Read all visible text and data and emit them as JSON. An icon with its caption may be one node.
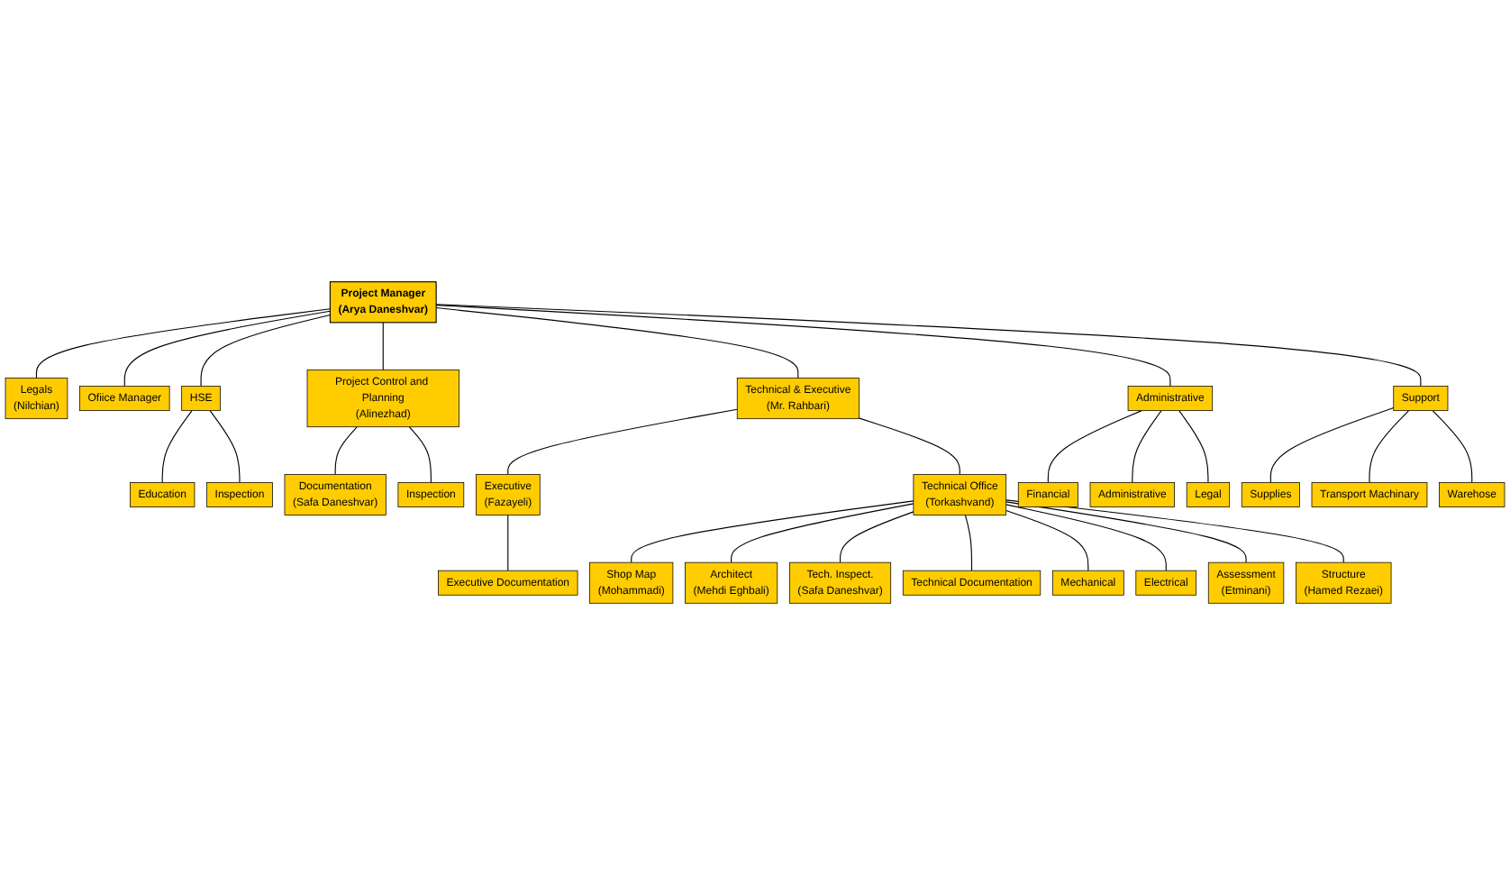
{
  "diagram": {
    "nodes": [
      {
        "text": [
          "Project Manager",
          "(Arya Daneshvar)"
        ]
      },
      {
        "text": [
          "Legals",
          "(Nilchian)"
        ]
      },
      {
        "text": [
          "Ofiice Manager"
        ]
      },
      {
        "text": [
          "HSE"
        ]
      },
      {
        "text": [
          "Project Control and Planning",
          "(Alinezhad)"
        ]
      },
      {
        "text": [
          "Technical & Executive",
          "(Mr. Rahbari)"
        ]
      },
      {
        "text": [
          "Administrative"
        ]
      },
      {
        "text": [
          "Support"
        ]
      },
      {
        "text": [
          "Education"
        ]
      },
      {
        "text": [
          "Inspection"
        ]
      },
      {
        "text": [
          "Documentation",
          "(Safa Daneshvar)"
        ]
      },
      {
        "text": [
          "Inspection"
        ]
      },
      {
        "text": [
          "Executive",
          "(Fazayeli)"
        ]
      },
      {
        "text": [
          "Technical Office",
          "(Torkashvand)"
        ]
      },
      {
        "text": [
          "Executive Documentation"
        ]
      },
      {
        "text": [
          "Shop Map",
          "(Mohammadi)"
        ]
      },
      {
        "text": [
          "Architect",
          "(Mehdi Eghbali)"
        ]
      },
      {
        "text": [
          "Tech. Inspect.",
          "(Safa Daneshvar)"
        ]
      },
      {
        "text": [
          "Technical Documentation"
        ]
      },
      {
        "text": [
          "Mechanical"
        ]
      },
      {
        "text": [
          "Electrical"
        ]
      },
      {
        "text": [
          "Assessment",
          "(Etminani)"
        ]
      },
      {
        "text": [
          "Structure",
          "(Hamed Rezaei)"
        ]
      },
      {
        "text": [
          "Financial"
        ]
      },
      {
        "text": [
          "Administrative"
        ]
      },
      {
        "text": [
          "Legal"
        ]
      },
      {
        "text": [
          "Supplies"
        ]
      },
      {
        "text": [
          "Transport Machinary"
        ]
      },
      {
        "text": [
          "Warehose"
        ]
      }
    ],
    "edges": [
      {
        "from": 0,
        "to": 1,
        "arrow": "none"
      },
      {
        "from": 0,
        "to": 2,
        "arrow": "none"
      },
      {
        "from": 0,
        "to": 3,
        "arrow": "none"
      },
      {
        "from": 0,
        "to": 4,
        "arrow": "none"
      },
      {
        "from": 0,
        "to": 5,
        "arrow": "none"
      },
      {
        "from": 0,
        "to": 6,
        "arrow": "none"
      },
      {
        "from": 0,
        "to": 7,
        "arrow": "none"
      },
      {
        "from": 3,
        "to": 8,
        "arrow": "none"
      },
      {
        "from": 3,
        "to": 9,
        "arrow": "none"
      },
      {
        "from": 4,
        "to": 10,
        "arrow": "none"
      },
      {
        "from": 4,
        "to": 11,
        "arrow": "none"
      },
      {
        "from": 5,
        "to": 12,
        "arrow": "none"
      },
      {
        "from": 5,
        "to": 13,
        "arrow": "none"
      },
      {
        "from": 12,
        "to": 14,
        "arrow": "none"
      },
      {
        "from": 13,
        "to": 15,
        "arrow": "none"
      },
      {
        "from": 13,
        "to": 16,
        "arrow": "none"
      },
      {
        "from": 13,
        "to": 17,
        "arrow": "none"
      },
      {
        "from": 13,
        "to": 18,
        "arrow": "none"
      },
      {
        "from": 13,
        "to": 19,
        "arrow": "none"
      },
      {
        "from": 13,
        "to": 20,
        "arrow": "none"
      },
      {
        "from": 13,
        "to": 21,
        "arrow": "none"
      },
      {
        "from": 13,
        "to": 22,
        "arrow": "none"
      },
      {
        "from": 6,
        "to": 23,
        "arrow": "none"
      },
      {
        "from": 6,
        "to": 24,
        "arrow": "none"
      },
      {
        "from": 6,
        "to": 25,
        "arrow": "none"
      },
      {
        "from": 7,
        "to": 26,
        "arrow": "none"
      },
      {
        "from": 7,
        "to": 27,
        "arrow": "none"
      },
      {
        "from": 7,
        "to": 28,
        "arrow": "none"
      }
    ]
  }
}
